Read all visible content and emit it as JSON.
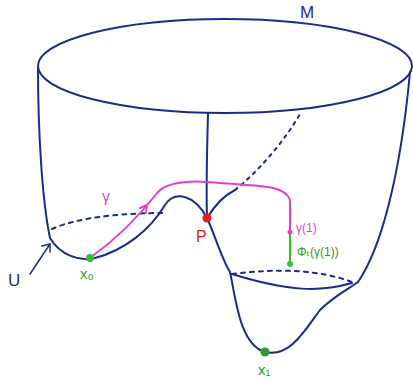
{
  "diagram": {
    "labels": [
      "M",
      "U",
      "γ",
      "x₀",
      "P",
      "γ(1)",
      "Φₜ(γ(1))",
      "x₁"
    ]
  }
}
